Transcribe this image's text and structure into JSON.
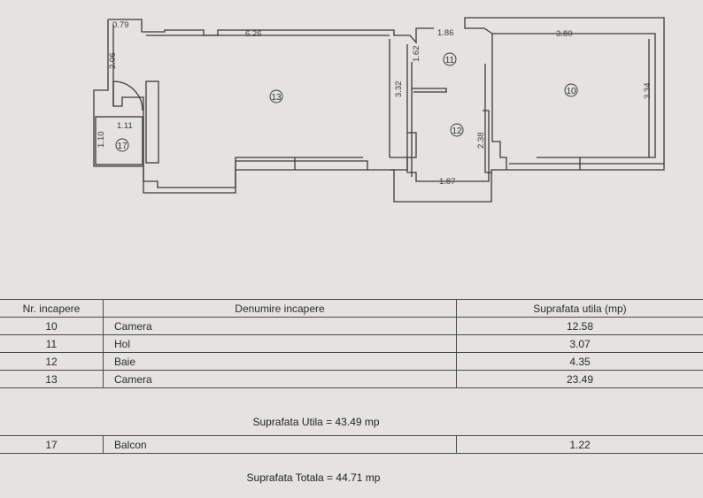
{
  "floor_plan": {
    "rooms": [
      {
        "id": "13",
        "label": "13"
      },
      {
        "id": "11",
        "label": "11"
      },
      {
        "id": "12",
        "label": "12"
      },
      {
        "id": "10",
        "label": "10"
      },
      {
        "id": "17",
        "label": "17"
      }
    ],
    "dimensions": {
      "d079": "0.79",
      "d626": "6.26",
      "d186": "1.86",
      "d380": "3.80",
      "d206": "2.06",
      "d162": "1.62",
      "d332": "3.32",
      "d334": "3.34",
      "d111": "1.11",
      "d110": "1.10",
      "d238": "2.38",
      "d187": "1.87"
    }
  },
  "faint_text": "",
  "table": {
    "headers": {
      "nr": "Nr. incapere",
      "name": "Denumire incapere",
      "area": "Suprafata utila (mp)"
    },
    "rows": [
      {
        "nr": "10",
        "name": "Camera",
        "area": "12.58"
      },
      {
        "nr": "11",
        "name": "Hol",
        "area": "3.07"
      },
      {
        "nr": "12",
        "name": "Baie",
        "area": "4.35"
      },
      {
        "nr": "13",
        "name": "Camera",
        "area": "23.49"
      }
    ]
  },
  "summary_utila": "Suprafata Utila = 43.49 mp",
  "balcony": {
    "nr": "17",
    "name": "Balcon",
    "area": "1.22"
  },
  "summary_totala": "Suprafata Totala = 44.71 mp"
}
